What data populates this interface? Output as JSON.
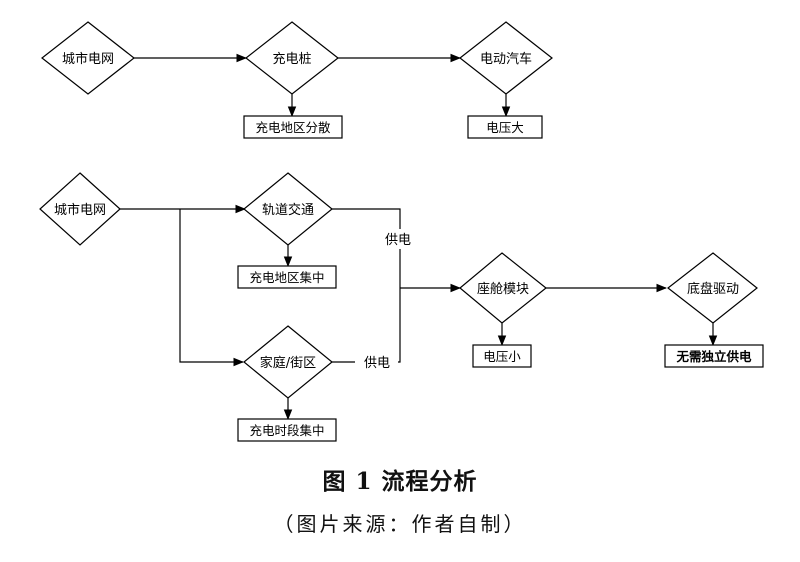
{
  "diagram": {
    "top": {
      "grid": "城市电网",
      "pile": "充电桩",
      "ev": "电动汽车",
      "pile_note": "充电地区分散",
      "ev_note": "电压大"
    },
    "bottom": {
      "grid": "城市电网",
      "rail": "轨道交通",
      "rail_note": "充电地区集中",
      "home": "家庭/街区",
      "home_note": "充电时段集中",
      "supply_label_1": "供电",
      "supply_label_2": "供电",
      "cabin": "座舱模块",
      "cabin_note": "电压小",
      "chassis": "底盘驱动",
      "chassis_note": "无需独立供电"
    }
  },
  "caption": {
    "title": "图 1  流程分析",
    "source": "（图片来源：作者自制）"
  }
}
